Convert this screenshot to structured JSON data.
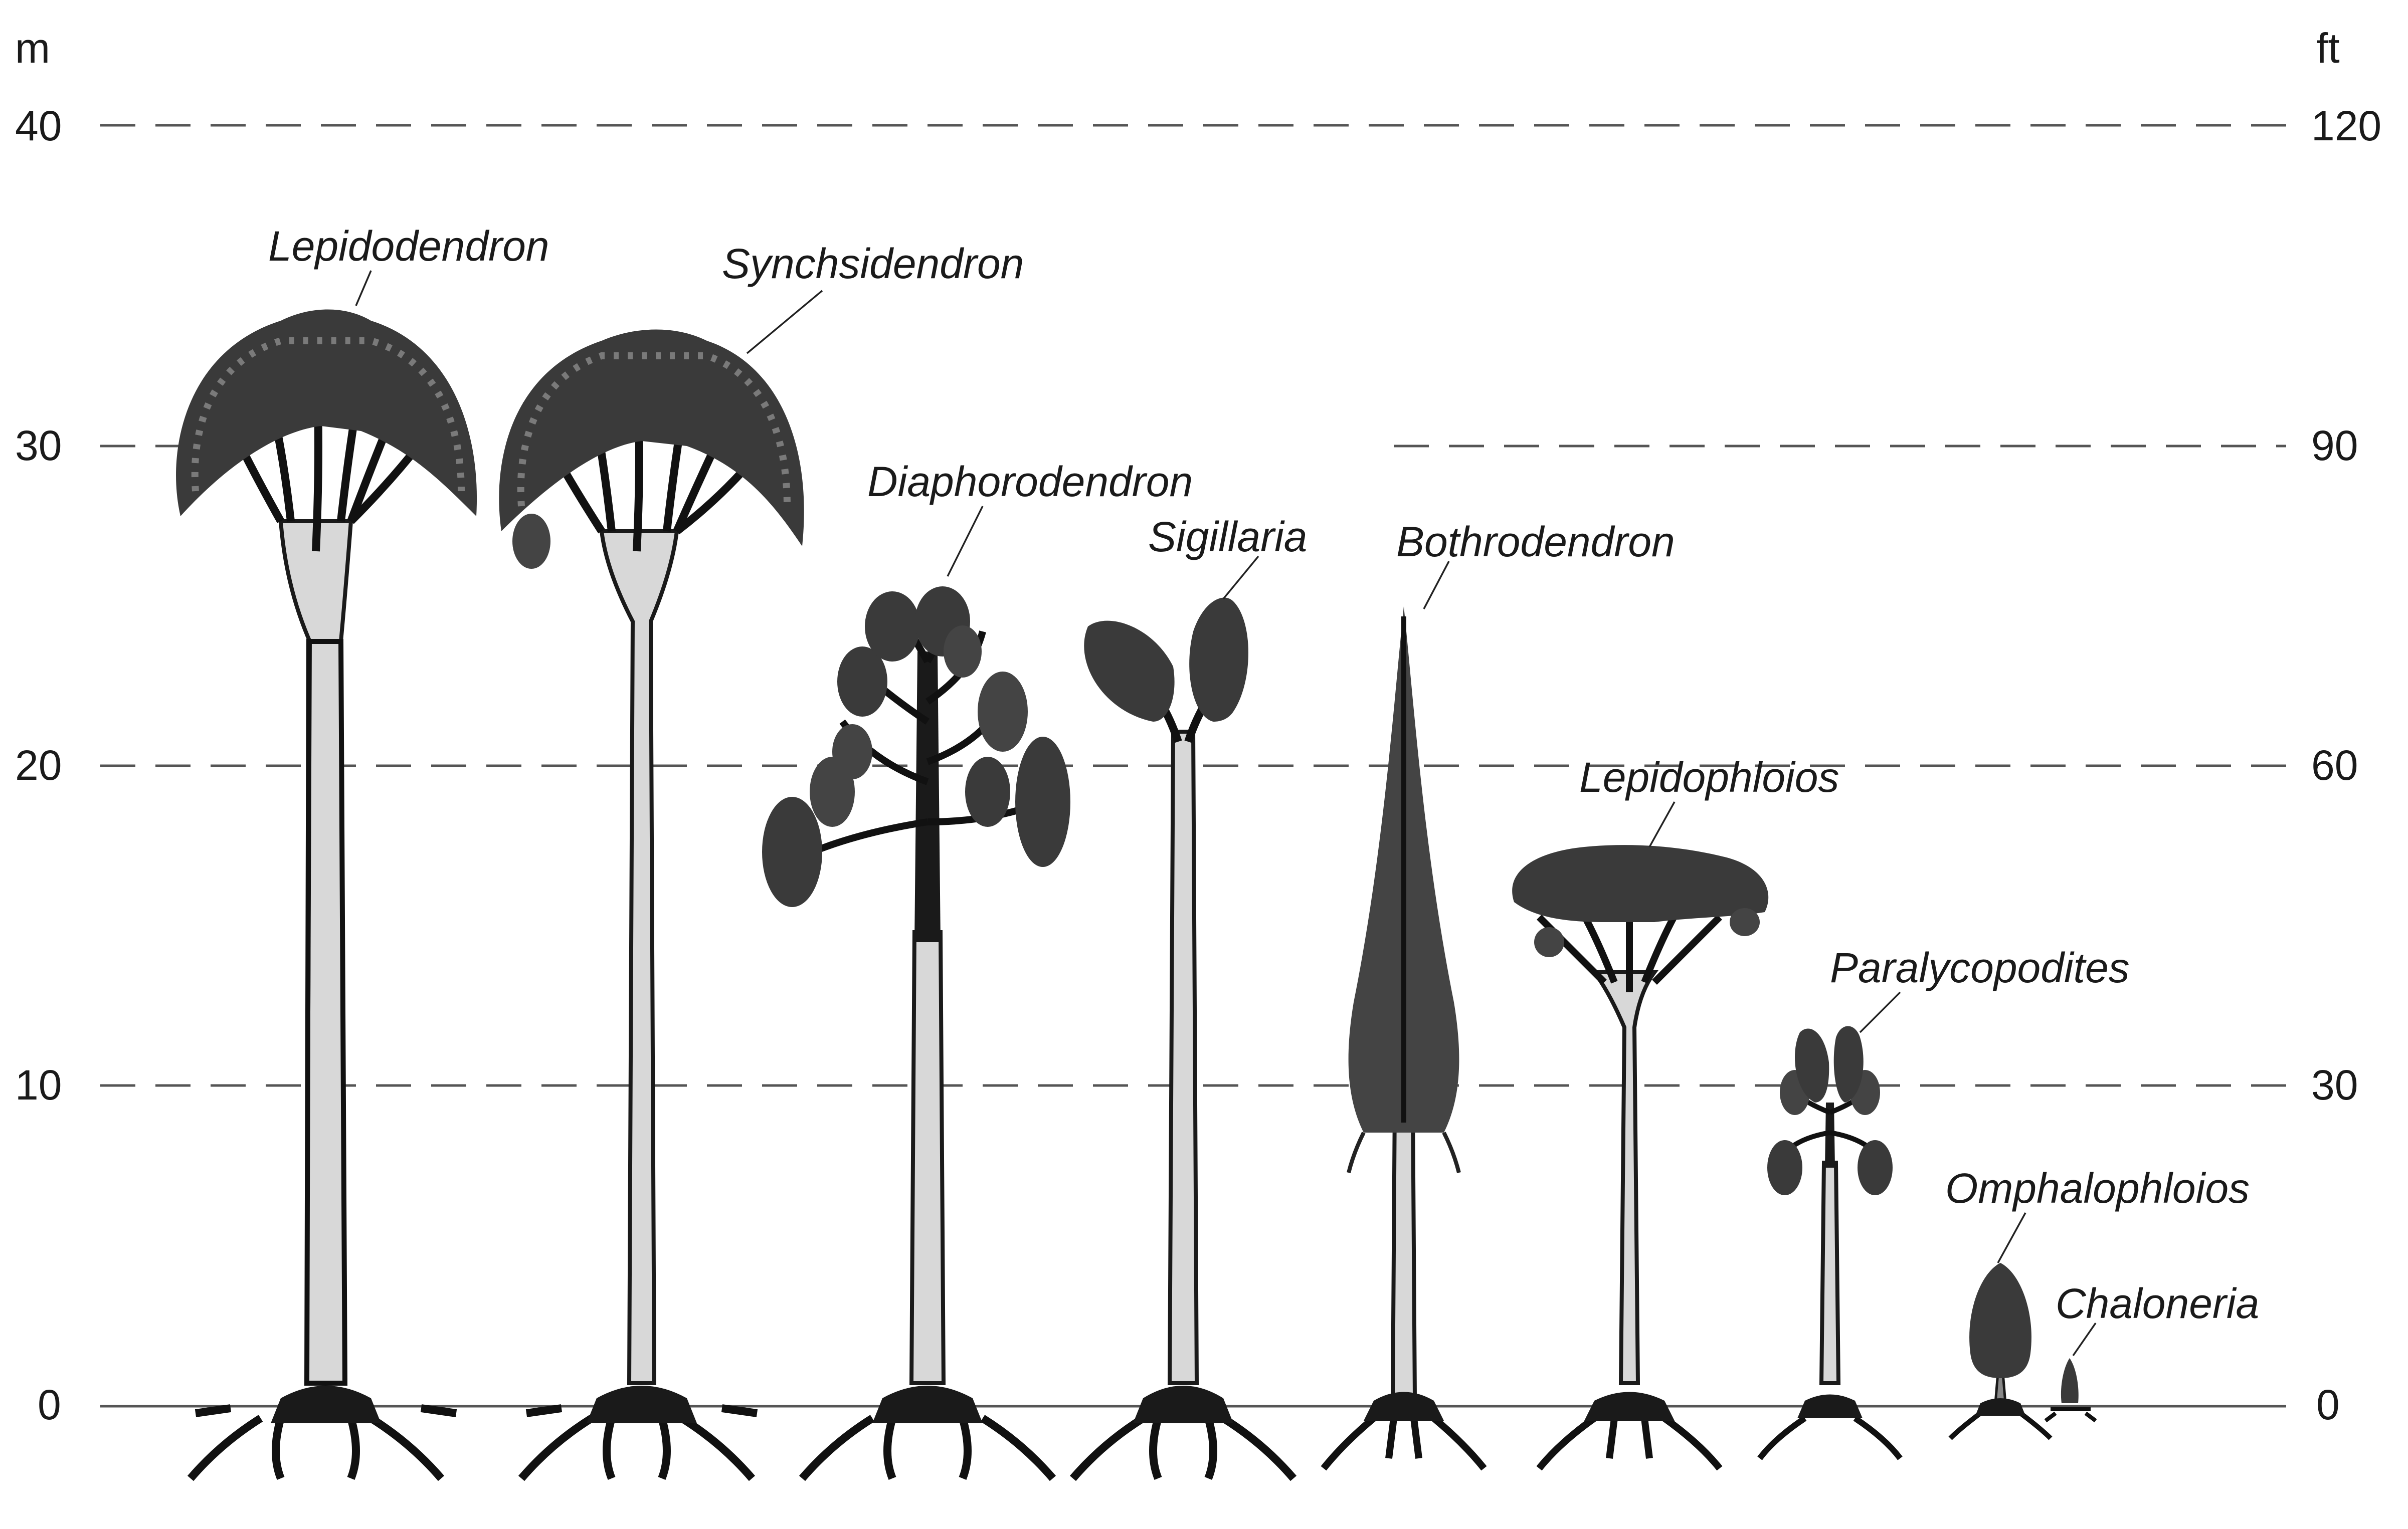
{
  "axes": {
    "left": {
      "unit": "m",
      "ticks": [
        "40",
        "30",
        "20",
        "10",
        "0"
      ],
      "range": [
        0,
        40
      ]
    },
    "right": {
      "unit": "ft",
      "ticks": [
        "120",
        "90",
        "60",
        "30",
        "0"
      ]
    }
  },
  "trees": [
    {
      "id": "lepidodendron",
      "label": "Lepidodendron",
      "height_m": 34,
      "crown": "dome"
    },
    {
      "id": "synchsidendron",
      "label": "Synchsidendron",
      "height_m": 33.5,
      "crown": "dome"
    },
    {
      "id": "diaphorodendron",
      "label": "Diaphorodendron",
      "height_m": 25.5,
      "crown": "branched"
    },
    {
      "id": "sigillaria",
      "label": "Sigillaria",
      "height_m": 25,
      "crown": "twin"
    },
    {
      "id": "bothrodendron",
      "label": "Bothrodendron",
      "height_m": 25,
      "crown": "spire"
    },
    {
      "id": "lepidophloios",
      "label": "Lepidophloios",
      "height_m": 17.5,
      "crown": "flat"
    },
    {
      "id": "paralycopodites",
      "label": "Paralycopodites",
      "height_m": 11.5,
      "crown": "twin-small"
    },
    {
      "id": "omphalophloios",
      "label": "Omphalophloios",
      "height_m": 4.5,
      "crown": "cone"
    },
    {
      "id": "chaloneria",
      "label": "Chaloneria",
      "height_m": 1.5,
      "crown": "cone-small"
    }
  ],
  "colors": {
    "ink": "#1a1a1a",
    "crown": "#3a3a3a",
    "trunk": "#d8d8d8",
    "guide": "#555555"
  }
}
